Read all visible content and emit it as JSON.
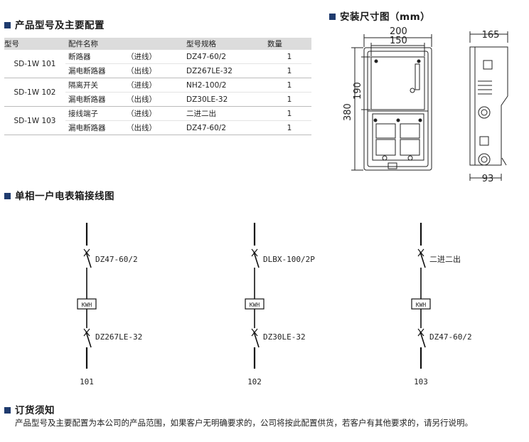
{
  "sections": {
    "config": "产品型号及主要配置",
    "install": "安装尺寸图（mm）",
    "wiring": "单相一户电表箱接线图",
    "order": "订货须知"
  },
  "table": {
    "headers": [
      "型号",
      "配件名称",
      "型号规格",
      "数量"
    ],
    "groups": [
      {
        "model": "SD-1W 101",
        "rows": [
          {
            "name": "断路器",
            "dir": "（进线）",
            "spec": "DZ47-60/2",
            "qty": "1"
          },
          {
            "name": "漏电断路器",
            "dir": "（出线）",
            "spec": "DZ267LE-32",
            "qty": "1"
          }
        ]
      },
      {
        "model": "SD-1W 102",
        "rows": [
          {
            "name": "隔离开关",
            "dir": "（进线）",
            "spec": "NH2-100/2",
            "qty": "1"
          },
          {
            "name": "漏电断路器",
            "dir": "（出线）",
            "spec": "DZ30LE-32",
            "qty": "1"
          }
        ]
      },
      {
        "model": "SD-1W 103",
        "rows": [
          {
            "name": "接线端子",
            "dir": "（进线）",
            "spec": "二进二出",
            "qty": "1"
          },
          {
            "name": "漏电断路器",
            "dir": "（出线）",
            "spec": "DZ47-60/2",
            "qty": "1"
          }
        ]
      }
    ]
  },
  "dimensions": {
    "w200": "200",
    "w150": "150",
    "h190": "190",
    "h380": "380",
    "w165": "165",
    "w93": "93"
  },
  "wiring": {
    "meter_label": "KWH",
    "circuits": [
      {
        "top": "DZ47-60/2",
        "bottom": "DZ267LE-32",
        "num": "101"
      },
      {
        "top": "DLBX-100/2P",
        "bottom": "DZ30LE-32",
        "num": "102"
      },
      {
        "top": "二进二出",
        "bottom": "DZ47-60/2",
        "num": "103"
      }
    ]
  },
  "note": "产品型号及主要配置为本公司的产品范围，如果客户无明确要求的，公司将按此配置供货，若客户有其他要求的，请另行说明。",
  "colors": {
    "section_square": "#1f3b6e",
    "header_bg": "#dcdcdc"
  }
}
